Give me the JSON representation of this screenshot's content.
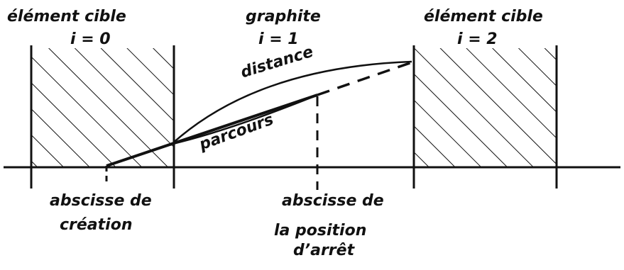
{
  "labels": {
    "element_0": "élément cible",
    "index_0": "i = 0",
    "graphite": "graphite",
    "index_1": "i = 1",
    "element_2": "élément cible",
    "index_2": "i = 2",
    "distance": "distance",
    "parcours": "parcours",
    "abscisse_creation_line1": "abscisse de",
    "abscisse_creation_line2": "création",
    "abscisse_arret_line1": "abscisse de",
    "abscisse_arret_line2": "la position",
    "abscisse_arret_line3": "d’arrêt"
  },
  "colors": {
    "ink": "#111111",
    "paper": "#ffffff"
  }
}
